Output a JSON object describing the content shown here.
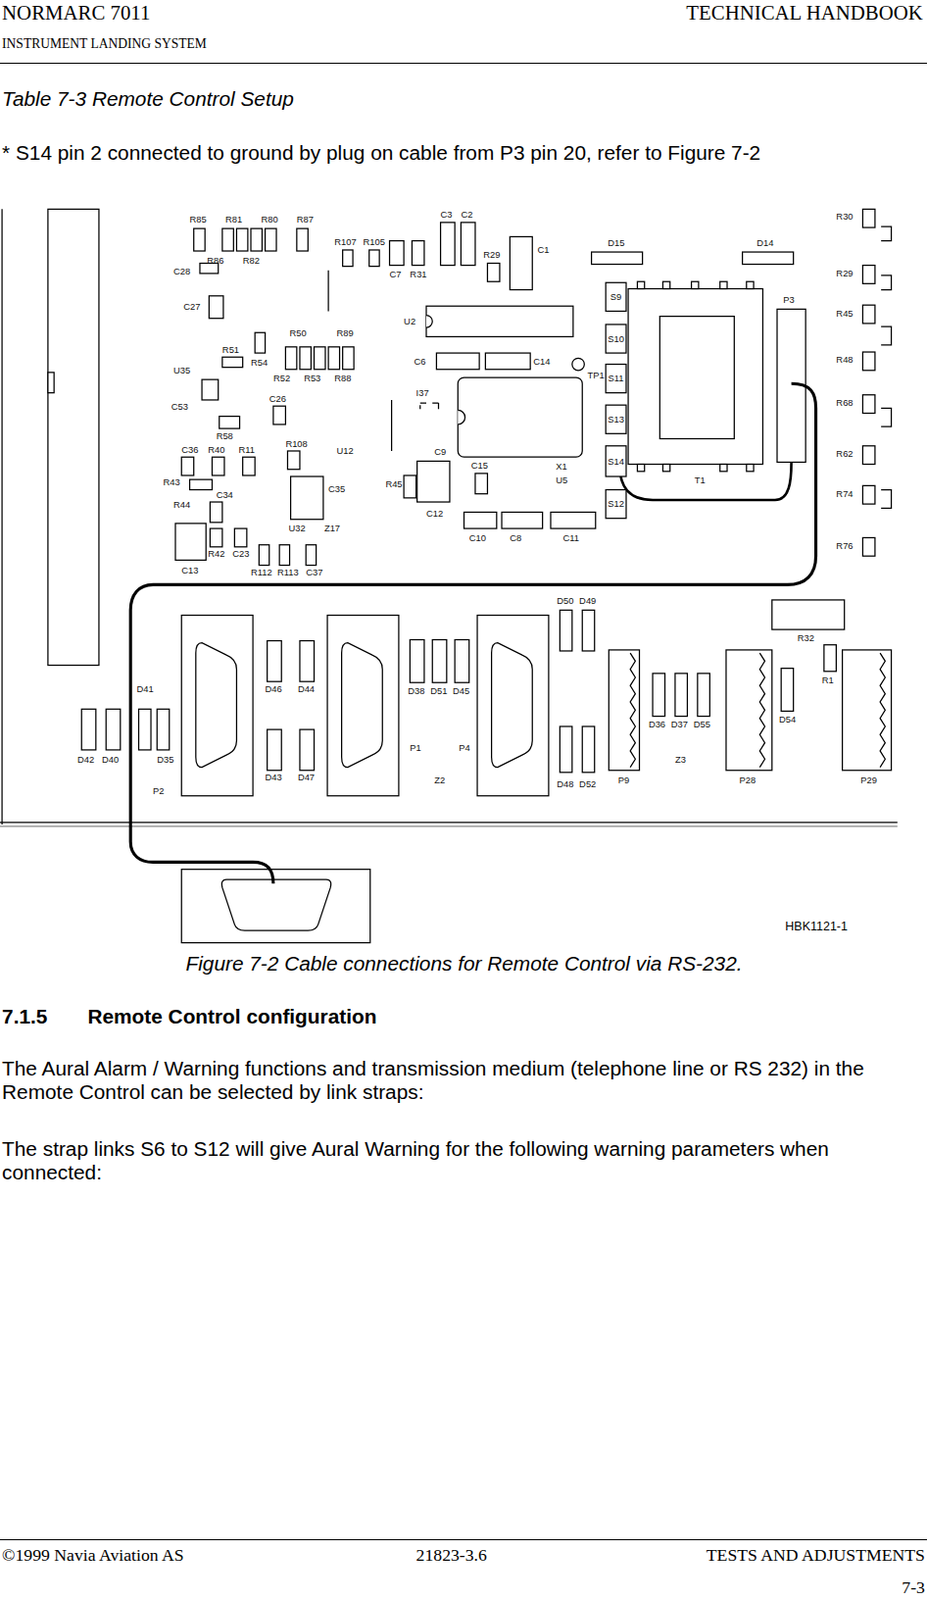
{
  "diagram": {
    "title": "Table 7-3 Remote Control Setup",
    "caption": "Figure 7-2 Cable connections for Remote Control via RS-232.",
    "labels": [
      "NORMARC 7011",
      "TECHNICAL HANDBOOK",
      "INSTRUMENT LANDING SYSTEM",
      "* S14 pin 2 connected to ground by plug on cable from P3 pin 20, refer to Figure 7-2",
      "7.1.5",
      "Remote Control configuration",
      "The Aural Alarm / Warning functions and transmission medium (telephone line or RS 232) in the Remote Control can be selected by link straps:",
      "The strap links S6 to S12 will give Aural Warning for the following warning parameters when connected:",
      "©1999 Navia Aviation AS",
      "21823-3.6",
      "TESTS AND ADJUSTMENTS",
      "7-3",
      "HBK1121-1",
      "R85",
      "R81",
      "R80",
      "R87",
      "R86",
      "R82",
      "R107",
      "R105",
      "C7",
      "R31",
      "C3",
      "C2",
      "R29",
      "C1",
      "D15",
      "D14",
      "C28",
      "C27",
      "R51",
      "R50",
      "R89",
      "R52",
      "R53",
      "R88",
      "R54",
      "U35",
      "C53",
      "C26",
      "R58",
      "C36",
      "R40",
      "R11",
      "R108",
      "U12",
      "C35",
      "U32",
      "Z17",
      "R43",
      "R44",
      "C34",
      "C13",
      "R42",
      "C23",
      "R112",
      "R113",
      "C37",
      "U2",
      "C6",
      "C14",
      "TP1",
      "I37",
      "C9",
      "R45",
      "C12",
      "C15",
      "X1",
      "U5",
      "C10",
      "C8",
      "C11",
      "S9",
      "S10",
      "S11",
      "S13",
      "S14",
      "S12",
      "T1",
      "P3",
      "R30",
      "R29",
      "R45",
      "R48",
      "R68",
      "R62",
      "R74",
      "R76",
      "D42",
      "D40",
      "D41",
      "D35",
      "P2",
      "D46",
      "D44",
      "D43",
      "D47",
      "D38",
      "D51",
      "D45",
      "P1",
      "P4",
      "Z2",
      "D50",
      "D49",
      "D48",
      "D52",
      "P9",
      "D36",
      "D37",
      "D55",
      "Z3",
      "P28",
      "R32",
      "D54",
      "R1",
      "P29"
    ]
  }
}
